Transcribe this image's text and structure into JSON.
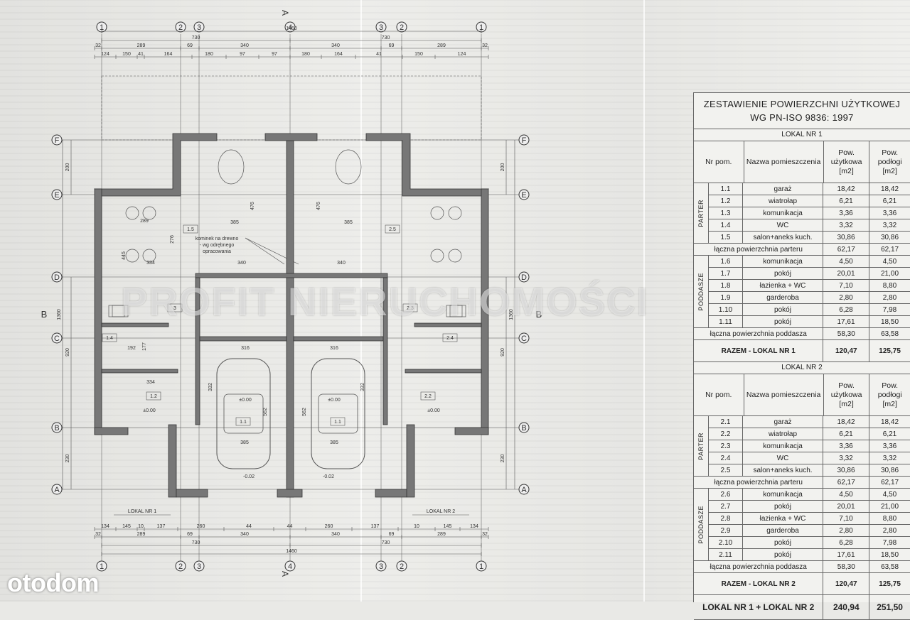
{
  "plan": {
    "axes_top": [
      "1",
      "2",
      "3",
      "4",
      "3",
      "2",
      "1"
    ],
    "section_mark": "A",
    "section_side": "B",
    "rows": [
      "F",
      "E",
      "D",
      "C",
      "B",
      "A"
    ],
    "top_dims": {
      "overall": "1460",
      "halves": [
        "730",
        "730"
      ],
      "row2": [
        "32",
        "289",
        "69",
        "340",
        "340",
        "69",
        "289",
        "32"
      ],
      "row3": [
        "124",
        "150",
        "41",
        "164",
        "180",
        "97",
        "97",
        "180",
        "164",
        "41",
        "150",
        "124"
      ]
    },
    "bottom_dims": {
      "row1": [
        "134",
        "145",
        "10",
        "137",
        "260",
        "44",
        "44",
        "260",
        "137",
        "10",
        "145",
        "134"
      ],
      "row2": [
        "32",
        "289",
        "69",
        "340",
        "340",
        "69",
        "289",
        "32"
      ],
      "halves": [
        "730",
        "730"
      ],
      "overall": "1460"
    },
    "side_dims": [
      "200",
      "920",
      "230",
      "1360"
    ],
    "room_labels": [
      "1.5",
      "2.5",
      "1.4",
      "2.4",
      "1.2",
      "2.2",
      "1.1",
      "1.1",
      "3",
      "2.3"
    ],
    "dims_inner": [
      "385",
      "385",
      "476",
      "476",
      "340",
      "340",
      "289",
      "445",
      "276",
      "334",
      "316",
      "316",
      "385",
      "385",
      "562",
      "562",
      "332",
      "332",
      "334",
      "192",
      "177"
    ],
    "levels": [
      "±0.00",
      "±0.00",
      "±0.00",
      "±0.00",
      "-0.02",
      "-0.02"
    ],
    "fireplace_note": [
      "kominek na drewno",
      "- wg odrębnego",
      "opracowania"
    ],
    "unit_labels": [
      "LOKAL NR 1",
      "LOKAL NR 2"
    ]
  },
  "schedule": {
    "title_line1": "ZESTAWIENIE POWIERZCHNI UŻYTKOWEJ",
    "title_line2": "WG PN-ISO 9836: 1997",
    "header": {
      "nr": "Nr pom.",
      "name": "Nazwa pomieszczenia",
      "area_use": "Pow. użytkowa [m2]",
      "area_floor": "Pow. podłogi [m2]"
    },
    "units": [
      {
        "title": "LOKAL NR 1",
        "groups": [
          {
            "label": "PARTER",
            "rows": [
              {
                "nr": "1.1",
                "name": "garaż",
                "a": "18,42",
                "b": "18,42"
              },
              {
                "nr": "1.2",
                "name": "wiatrołap",
                "a": "6,21",
                "b": "6,21"
              },
              {
                "nr": "1.3",
                "name": "komunikacja",
                "a": "3,36",
                "b": "3,36"
              },
              {
                "nr": "1.4",
                "name": "WC",
                "a": "3,32",
                "b": "3,32"
              },
              {
                "nr": "1.5",
                "name": "salon+aneks kuch.",
                "a": "30,86",
                "b": "30,86"
              }
            ],
            "sum": {
              "label": "łączna powierzchnia parteru",
              "a": "62,17",
              "b": "62,17"
            }
          },
          {
            "label": "PODDASZE",
            "rows": [
              {
                "nr": "1.6",
                "name": "komunikacja",
                "a": "4,50",
                "b": "4,50"
              },
              {
                "nr": "1.7",
                "name": "pokój",
                "a": "20,01",
                "b": "21,00"
              },
              {
                "nr": "1.8",
                "name": "łazienka + WC",
                "a": "7,10",
                "b": "8,80"
              },
              {
                "nr": "1.9",
                "name": "garderoba",
                "a": "2,80",
                "b": "2,80"
              },
              {
                "nr": "1.10",
                "name": "pokój",
                "a": "6,28",
                "b": "7,98"
              },
              {
                "nr": "1.11",
                "name": "pokój",
                "a": "17,61",
                "b": "18,50"
              }
            ],
            "sum": {
              "label": "łączna powierzchnia poddasza",
              "a": "58,30",
              "b": "63,58"
            }
          }
        ],
        "total": {
          "label": "RAZEM - LOKAL NR 1",
          "a": "120,47",
          "b": "125,75"
        }
      },
      {
        "title": "LOKAL NR 2",
        "groups": [
          {
            "label": "PARTER",
            "rows": [
              {
                "nr": "2.1",
                "name": "garaż",
                "a": "18,42",
                "b": "18,42"
              },
              {
                "nr": "2.2",
                "name": "wiatrołap",
                "a": "6,21",
                "b": "6,21"
              },
              {
                "nr": "2.3",
                "name": "komunikacja",
                "a": "3,36",
                "b": "3,36"
              },
              {
                "nr": "2.4",
                "name": "WC",
                "a": "3,32",
                "b": "3,32"
              },
              {
                "nr": "2.5",
                "name": "salon+aneks kuch.",
                "a": "30,86",
                "b": "30,86"
              }
            ],
            "sum": {
              "label": "łączna powierzchnia parteru",
              "a": "62,17",
              "b": "62,17"
            }
          },
          {
            "label": "PODDASZE",
            "rows": [
              {
                "nr": "2.6",
                "name": "komunikacja",
                "a": "4,50",
                "b": "4,50"
              },
              {
                "nr": "2.7",
                "name": "pokój",
                "a": "20,01",
                "b": "21,00"
              },
              {
                "nr": "2.8",
                "name": "łazienka + WC",
                "a": "7,10",
                "b": "8,80"
              },
              {
                "nr": "2.9",
                "name": "garderoba",
                "a": "2,80",
                "b": "2,80"
              },
              {
                "nr": "2.10",
                "name": "pokój",
                "a": "6,28",
                "b": "7,98"
              },
              {
                "nr": "2.11",
                "name": "pokój",
                "a": "17,61",
                "b": "18,50"
              }
            ],
            "sum": {
              "label": "łączna powierzchnia poddasza",
              "a": "58,30",
              "b": "63,58"
            }
          }
        ],
        "total": {
          "label": "RAZEM - LOKAL NR 2",
          "a": "120,47",
          "b": "125,75"
        }
      }
    ],
    "grand": {
      "label": "LOKAL NR 1 + LOKAL NR 2",
      "a": "240,94",
      "b": "251,50"
    }
  },
  "watermark": "PROFIT NIERUCHOMOŚCI",
  "logo": "otodom"
}
